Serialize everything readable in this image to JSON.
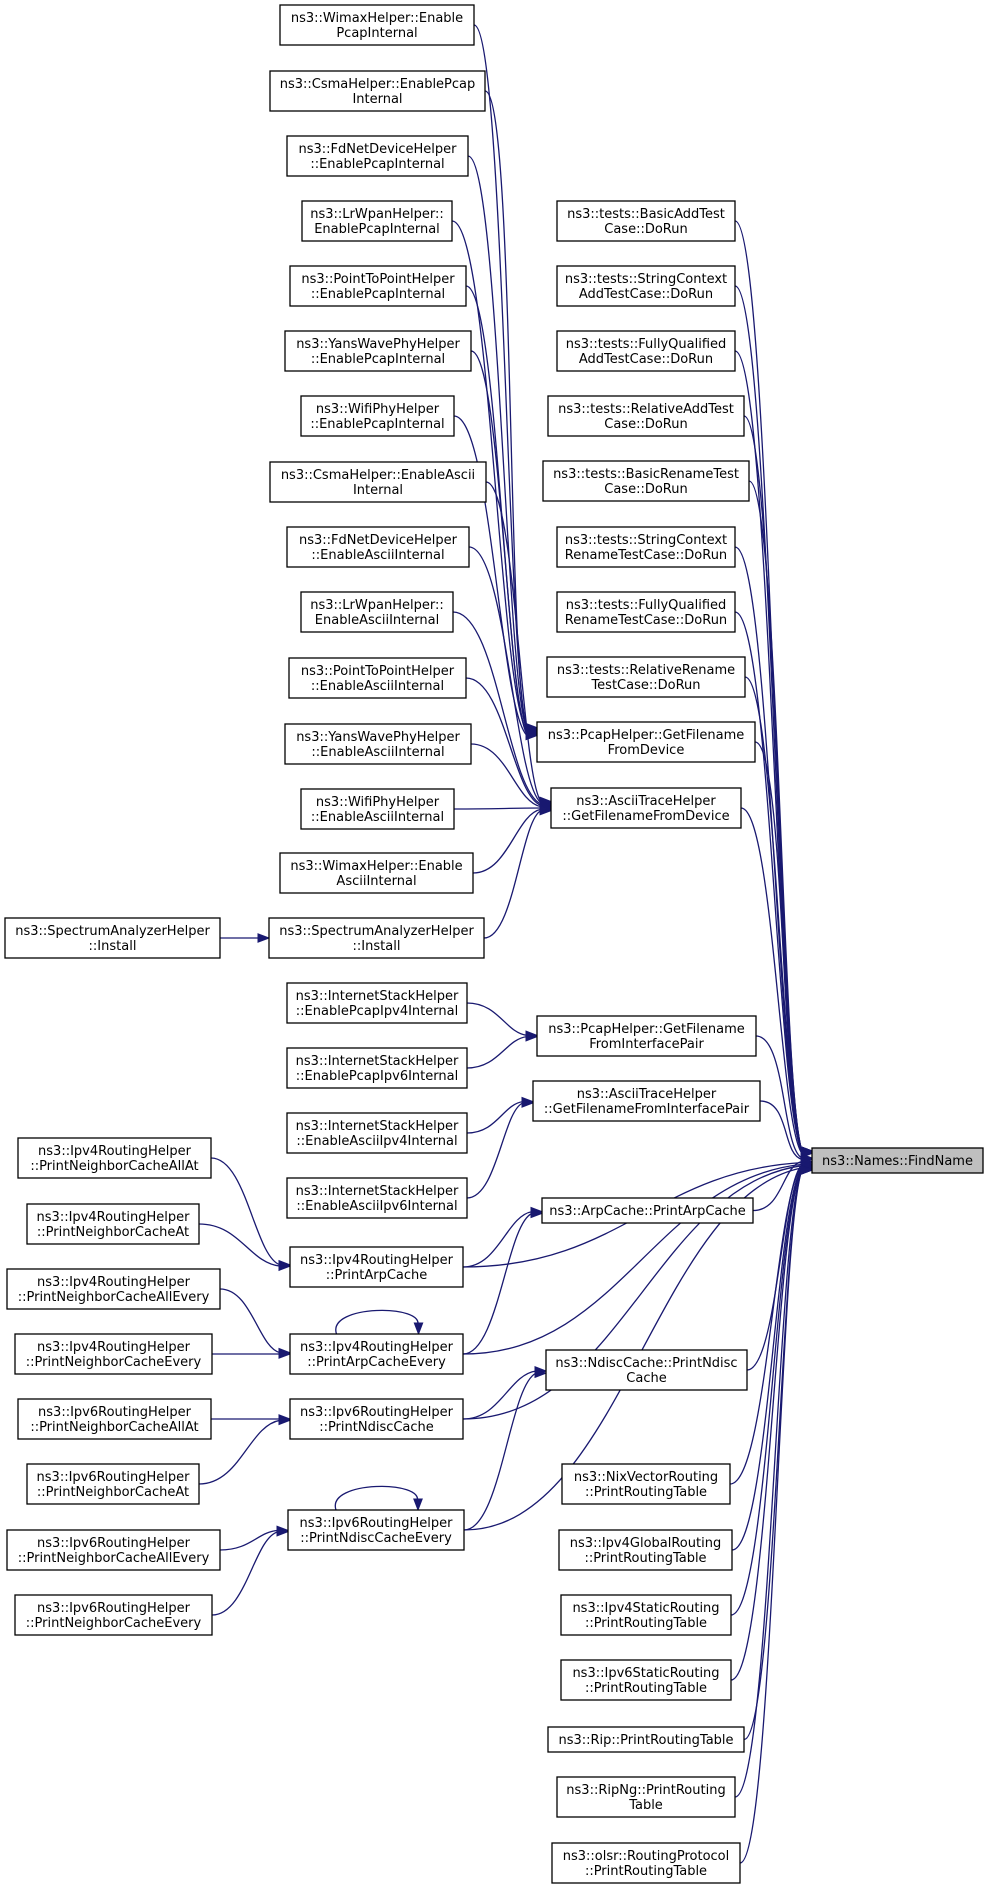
{
  "nodes": [
    {
      "id": "target",
      "lines": [
        "ns3::Names::FindName"
      ],
      "highlight": true
    },
    {
      "id": "wimax_pcap",
      "lines": [
        "ns3::WimaxHelper::Enable",
        "PcapInternal"
      ]
    },
    {
      "id": "csma_pcap",
      "lines": [
        "ns3::CsmaHelper::EnablePcap",
        "Internal"
      ]
    },
    {
      "id": "fd_pcap",
      "lines": [
        "ns3::FdNetDeviceHelper",
        "::EnablePcapInternal"
      ]
    },
    {
      "id": "lrwpan_pcap",
      "lines": [
        "ns3::LrWpanHelper::",
        "EnablePcapInternal"
      ]
    },
    {
      "id": "p2p_pcap",
      "lines": [
        "ns3::PointToPointHelper",
        "::EnablePcapInternal"
      ]
    },
    {
      "id": "yans_pcap",
      "lines": [
        "ns3::YansWavePhyHelper",
        "::EnablePcapInternal"
      ]
    },
    {
      "id": "wifi_pcap",
      "lines": [
        "ns3::WifiPhyHelper",
        "::EnablePcapInternal"
      ]
    },
    {
      "id": "csma_ascii",
      "lines": [
        "ns3::CsmaHelper::EnableAscii",
        "Internal"
      ]
    },
    {
      "id": "fd_ascii",
      "lines": [
        "ns3::FdNetDeviceHelper",
        "::EnableAsciiInternal"
      ]
    },
    {
      "id": "lrwpan_ascii",
      "lines": [
        "ns3::LrWpanHelper::",
        "EnableAsciiInternal"
      ]
    },
    {
      "id": "p2p_ascii",
      "lines": [
        "ns3::PointToPointHelper",
        "::EnableAsciiInternal"
      ]
    },
    {
      "id": "yans_ascii",
      "lines": [
        "ns3::YansWavePhyHelper",
        "::EnableAsciiInternal"
      ]
    },
    {
      "id": "wifi_ascii",
      "lines": [
        "ns3::WifiPhyHelper",
        "::EnableAsciiInternal"
      ]
    },
    {
      "id": "wimax_ascii",
      "lines": [
        "ns3::WimaxHelper::Enable",
        "AsciiInternal"
      ]
    },
    {
      "id": "spectrum_left",
      "lines": [
        "ns3::SpectrumAnalyzerHelper",
        "::Install"
      ]
    },
    {
      "id": "spectrum_mid",
      "lines": [
        "ns3::SpectrumAnalyzerHelper",
        "::Install"
      ]
    },
    {
      "id": "t_basic_add",
      "lines": [
        "ns3::tests::BasicAddTest",
        "Case::DoRun"
      ]
    },
    {
      "id": "t_string_add",
      "lines": [
        "ns3::tests::StringContext",
        "AddTestCase::DoRun"
      ]
    },
    {
      "id": "t_fully_add",
      "lines": [
        "ns3::tests::FullyQualified",
        "AddTestCase::DoRun"
      ]
    },
    {
      "id": "t_rel_add",
      "lines": [
        "ns3::tests::RelativeAddTest",
        "Case::DoRun"
      ]
    },
    {
      "id": "t_basic_ren",
      "lines": [
        "ns3::tests::BasicRenameTest",
        "Case::DoRun"
      ]
    },
    {
      "id": "t_string_ren",
      "lines": [
        "ns3::tests::StringContext",
        "RenameTestCase::DoRun"
      ]
    },
    {
      "id": "t_fully_ren",
      "lines": [
        "ns3::tests::FullyQualified",
        "RenameTestCase::DoRun"
      ]
    },
    {
      "id": "t_rel_ren",
      "lines": [
        "ns3::tests::RelativeRename",
        "TestCase::DoRun"
      ]
    },
    {
      "id": "pcap_dev",
      "lines": [
        "ns3::PcapHelper::GetFilename",
        "FromDevice"
      ]
    },
    {
      "id": "ascii_dev",
      "lines": [
        "ns3::AsciiTraceHelper",
        "::GetFilenameFromDevice"
      ]
    },
    {
      "id": "ish_pcap4",
      "lines": [
        "ns3::InternetStackHelper",
        "::EnablePcapIpv4Internal"
      ]
    },
    {
      "id": "ish_pcap6",
      "lines": [
        "ns3::InternetStackHelper",
        "::EnablePcapIpv6Internal"
      ]
    },
    {
      "id": "ish_ascii4",
      "lines": [
        "ns3::InternetStackHelper",
        "::EnableAsciiIpv4Internal"
      ]
    },
    {
      "id": "ish_ascii6",
      "lines": [
        "ns3::InternetStackHelper",
        "::EnableAsciiIpv6Internal"
      ]
    },
    {
      "id": "pcap_if",
      "lines": [
        "ns3::PcapHelper::GetFilename",
        "FromInterfacePair"
      ]
    },
    {
      "id": "ascii_if",
      "lines": [
        "ns3::AsciiTraceHelper",
        "::GetFilenameFromInterfacePair"
      ]
    },
    {
      "id": "v4_nc_allat",
      "lines": [
        "ns3::Ipv4RoutingHelper",
        "::PrintNeighborCacheAllAt"
      ]
    },
    {
      "id": "v4_nc_at",
      "lines": [
        "ns3::Ipv4RoutingHelper",
        "::PrintNeighborCacheAt"
      ]
    },
    {
      "id": "v4_arp",
      "lines": [
        "ns3::Ipv4RoutingHelper",
        "::PrintArpCache"
      ]
    },
    {
      "id": "arp_print",
      "lines": [
        "ns3::ArpCache::PrintArpCache"
      ]
    },
    {
      "id": "v4_nc_allevery",
      "lines": [
        "ns3::Ipv4RoutingHelper",
        "::PrintNeighborCacheAllEvery"
      ]
    },
    {
      "id": "v4_nc_every",
      "lines": [
        "ns3::Ipv4RoutingHelper",
        "::PrintNeighborCacheEvery"
      ]
    },
    {
      "id": "v4_arp_every",
      "lines": [
        "ns3::Ipv4RoutingHelper",
        "::PrintArpCacheEvery"
      ]
    },
    {
      "id": "v6_nc_allat",
      "lines": [
        "ns3::Ipv6RoutingHelper",
        "::PrintNeighborCacheAllAt"
      ]
    },
    {
      "id": "v6_ndisc",
      "lines": [
        "ns3::Ipv6RoutingHelper",
        "::PrintNdiscCache"
      ]
    },
    {
      "id": "ndisc_print",
      "lines": [
        "ns3::NdiscCache::PrintNdisc",
        "Cache"
      ]
    },
    {
      "id": "v6_nc_at",
      "lines": [
        "ns3::Ipv6RoutingHelper",
        "::PrintNeighborCacheAt"
      ]
    },
    {
      "id": "v6_ndisc_every",
      "lines": [
        "ns3::Ipv6RoutingHelper",
        "::PrintNdiscCacheEvery"
      ]
    },
    {
      "id": "v6_nc_allevery",
      "lines": [
        "ns3::Ipv6RoutingHelper",
        "::PrintNeighborCacheAllEvery"
      ]
    },
    {
      "id": "v6_nc_every",
      "lines": [
        "ns3::Ipv6RoutingHelper",
        "::PrintNeighborCacheEvery"
      ]
    },
    {
      "id": "nix_rt",
      "lines": [
        "ns3::NixVectorRouting",
        "::PrintRoutingTable"
      ]
    },
    {
      "id": "v4g_rt",
      "lines": [
        "ns3::Ipv4GlobalRouting",
        "::PrintRoutingTable"
      ]
    },
    {
      "id": "v4s_rt",
      "lines": [
        "ns3::Ipv4StaticRouting",
        "::PrintRoutingTable"
      ]
    },
    {
      "id": "v6s_rt",
      "lines": [
        "ns3::Ipv6StaticRouting",
        "::PrintRoutingTable"
      ]
    },
    {
      "id": "rip_rt",
      "lines": [
        "ns3::Rip::PrintRoutingTable"
      ]
    },
    {
      "id": "ripng_rt",
      "lines": [
        "ns3::RipNg::PrintRouting",
        "Table"
      ]
    },
    {
      "id": "olsr_rt",
      "lines": [
        "ns3::olsr::RoutingProtocol",
        "::PrintRoutingTable"
      ]
    }
  ],
  "edges": [
    [
      "wimax_pcap",
      "pcap_dev"
    ],
    [
      "csma_pcap",
      "pcap_dev"
    ],
    [
      "fd_pcap",
      "pcap_dev"
    ],
    [
      "lrwpan_pcap",
      "pcap_dev"
    ],
    [
      "p2p_pcap",
      "pcap_dev"
    ],
    [
      "yans_pcap",
      "pcap_dev"
    ],
    [
      "wifi_pcap",
      "pcap_dev"
    ],
    [
      "csma_ascii",
      "ascii_dev"
    ],
    [
      "fd_ascii",
      "ascii_dev"
    ],
    [
      "lrwpan_ascii",
      "ascii_dev"
    ],
    [
      "p2p_ascii",
      "ascii_dev"
    ],
    [
      "yans_ascii",
      "ascii_dev"
    ],
    [
      "wifi_ascii",
      "ascii_dev"
    ],
    [
      "wimax_ascii",
      "ascii_dev"
    ],
    [
      "spectrum_left",
      "spectrum_mid"
    ],
    [
      "spectrum_mid",
      "ascii_dev"
    ],
    [
      "t_basic_add",
      "target"
    ],
    [
      "t_string_add",
      "target"
    ],
    [
      "t_fully_add",
      "target"
    ],
    [
      "t_rel_add",
      "target"
    ],
    [
      "t_basic_ren",
      "target"
    ],
    [
      "t_string_ren",
      "target"
    ],
    [
      "t_fully_ren",
      "target"
    ],
    [
      "t_rel_ren",
      "target"
    ],
    [
      "pcap_dev",
      "target"
    ],
    [
      "ascii_dev",
      "target"
    ],
    [
      "ish_pcap4",
      "pcap_if"
    ],
    [
      "ish_pcap6",
      "pcap_if"
    ],
    [
      "ish_ascii4",
      "ascii_if"
    ],
    [
      "ish_ascii6",
      "ascii_if"
    ],
    [
      "pcap_if",
      "target"
    ],
    [
      "ascii_if",
      "target"
    ],
    [
      "v4_nc_allat",
      "v4_arp"
    ],
    [
      "v4_nc_at",
      "v4_arp"
    ],
    [
      "v4_arp",
      "arp_print"
    ],
    [
      "v4_arp",
      "target"
    ],
    [
      "arp_print",
      "target"
    ],
    [
      "v4_nc_allevery",
      "v4_arp_every"
    ],
    [
      "v4_nc_every",
      "v4_arp_every"
    ],
    [
      "v4_arp_every",
      "v4_arp_every"
    ],
    [
      "v4_arp_every",
      "arp_print"
    ],
    [
      "v4_arp_every",
      "target"
    ],
    [
      "v6_nc_allat",
      "v6_ndisc"
    ],
    [
      "v6_nc_at",
      "v6_ndisc"
    ],
    [
      "v6_ndisc",
      "ndisc_print"
    ],
    [
      "v6_ndisc",
      "target"
    ],
    [
      "ndisc_print",
      "target"
    ],
    [
      "v6_nc_allevery",
      "v6_ndisc_every"
    ],
    [
      "v6_nc_every",
      "v6_ndisc_every"
    ],
    [
      "v6_ndisc_every",
      "v6_ndisc_every"
    ],
    [
      "v6_ndisc_every",
      "ndisc_print"
    ],
    [
      "v6_ndisc_every",
      "target"
    ],
    [
      "nix_rt",
      "target"
    ],
    [
      "v4g_rt",
      "target"
    ],
    [
      "v4s_rt",
      "target"
    ],
    [
      "v6s_rt",
      "target"
    ],
    [
      "rip_rt",
      "target"
    ],
    [
      "ripng_rt",
      "target"
    ],
    [
      "olsr_rt",
      "target"
    ]
  ]
}
